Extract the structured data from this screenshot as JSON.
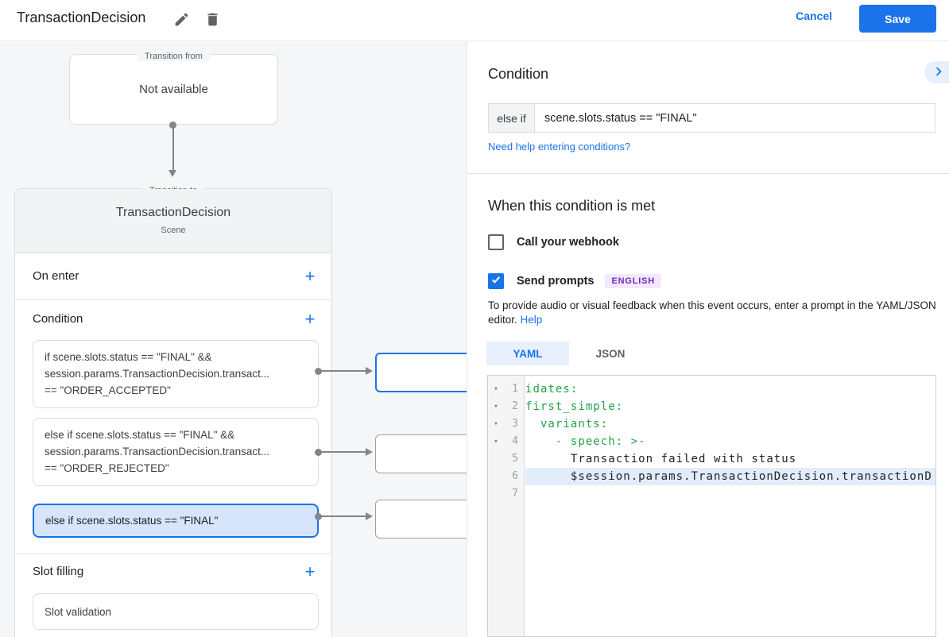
{
  "header": {
    "title": "TransactionDecision",
    "cancel_label": "Cancel",
    "save_label": "Save"
  },
  "flow": {
    "transition_from": {
      "legend": "Transition from",
      "content": "Not available"
    },
    "transition_to": {
      "legend": "Transition to",
      "title": "TransactionDecision",
      "subtitle": "Scene",
      "on_enter_label": "On enter",
      "condition_label": "Condition",
      "add_icon": "+",
      "condition_cards": [
        {
          "selected": false,
          "lines": [
            "if scene.slots.status == \"FINAL\" &&",
            "session.params.TransactionDecision.transact...",
            "== \"ORDER_ACCEPTED\""
          ]
        },
        {
          "selected": false,
          "lines": [
            "else if scene.slots.status == \"FINAL\" &&",
            "session.params.TransactionDecision.transact...",
            "== \"ORDER_REJECTED\""
          ]
        },
        {
          "selected": true,
          "lines": [
            "else if scene.slots.status == \"FINAL\""
          ]
        }
      ],
      "slot_filling_label": "Slot filling",
      "slot_card": "Slot validation"
    }
  },
  "panel": {
    "condition_heading": "Condition",
    "condition_prefix": "else if",
    "condition_value": "scene.slots.status == \"FINAL\"",
    "help_link": "Need help entering conditions?",
    "when_heading": "When this condition is met",
    "webhook": {
      "label": "Call your webhook",
      "checked": false
    },
    "send_prompts": {
      "label": "Send prompts",
      "checked": true,
      "badge": "ENGLISH"
    },
    "description_line1": "To provide audio or visual feedback when this event occurs, enter a prompt in the YAML/JSON",
    "description_line2": "editor.",
    "description_link": "Help",
    "tabs": [
      {
        "label": "YAML",
        "active": true
      },
      {
        "label": "JSON",
        "active": false
      }
    ],
    "editor": {
      "fold_icon": "▾",
      "lines": [
        {
          "num": "1",
          "text": "idates:",
          "syntax": "key",
          "fold": true,
          "highlighted": false
        },
        {
          "num": "2",
          "text": "first_simple:",
          "syntax": "key",
          "fold": true,
          "highlighted": false
        },
        {
          "num": "3",
          "text": "  variants:",
          "syntax": "key",
          "fold": true,
          "highlighted": false
        },
        {
          "num": "4",
          "text": "    - speech: >-",
          "syntax": "key",
          "fold": true,
          "highlighted": false
        },
        {
          "num": "5",
          "text": "      Transaction failed with status",
          "syntax": "plain",
          "fold": false,
          "highlighted": false
        },
        {
          "num": "6",
          "text": "      $session.params.TransactionDecision.transactionD",
          "syntax": "plain",
          "fold": false,
          "highlighted": true
        },
        {
          "num": "7",
          "text": "",
          "syntax": "plain",
          "fold": false,
          "highlighted": false
        }
      ]
    }
  },
  "colors": {
    "accent": "#1a73e8",
    "selected_card_bg": "#d6e5fb",
    "code_key_green": "#24a148",
    "line_highlight": "#e2edfb",
    "badge_bg": "#f3e8fd",
    "badge_text": "#7627ba",
    "canvas_bg": "#f4f6f8"
  }
}
